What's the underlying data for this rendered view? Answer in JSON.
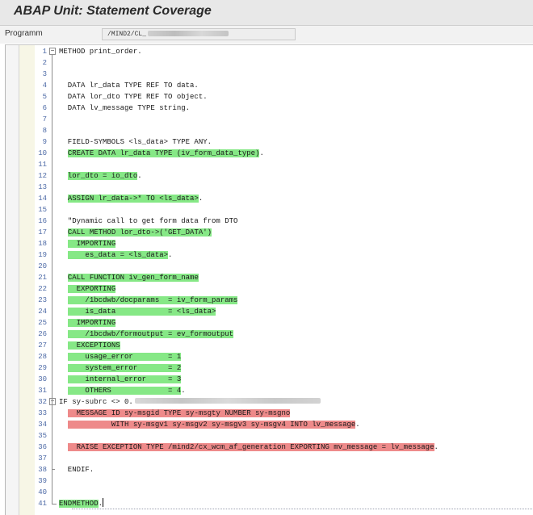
{
  "window": {
    "title": "ABAP Unit: Statement Coverage"
  },
  "program": {
    "label": "Programm",
    "value": "/MIND2/CL_"
  },
  "colors": {
    "covered": "#86e886",
    "not_covered": "#ee8a8a",
    "line_number": "#4d6aa6"
  },
  "lines": [
    {
      "n": "1",
      "segs": [
        {
          "t": "METHOD print_order.",
          "c": ""
        }
      ]
    },
    {
      "n": "2",
      "segs": []
    },
    {
      "n": "3",
      "segs": []
    },
    {
      "n": "4",
      "segs": [
        {
          "t": "  DATA lr_data TYPE REF TO data.",
          "c": ""
        }
      ]
    },
    {
      "n": "5",
      "segs": [
        {
          "t": "  DATA lor_dto TYPE REF TO object.",
          "c": ""
        }
      ]
    },
    {
      "n": "6",
      "segs": [
        {
          "t": "  DATA lv_message TYPE string.",
          "c": ""
        }
      ]
    },
    {
      "n": "7",
      "segs": []
    },
    {
      "n": "8",
      "segs": []
    },
    {
      "n": "9",
      "segs": [
        {
          "t": "  FIELD-SYMBOLS <ls_data> TYPE ANY.",
          "c": ""
        }
      ]
    },
    {
      "n": "10",
      "segs": [
        {
          "t": "  ",
          "c": ""
        },
        {
          "t": "CREATE DATA lr_data TYPE (iv_form_data_type)",
          "c": "g"
        },
        {
          "t": ".",
          "c": ""
        }
      ]
    },
    {
      "n": "11",
      "segs": []
    },
    {
      "n": "12",
      "segs": [
        {
          "t": "  ",
          "c": ""
        },
        {
          "t": "lor_dto = io_dto",
          "c": "g"
        },
        {
          "t": ".",
          "c": ""
        }
      ]
    },
    {
      "n": "13",
      "segs": []
    },
    {
      "n": "14",
      "segs": [
        {
          "t": "  ",
          "c": ""
        },
        {
          "t": "ASSIGN lr_data->* TO <ls_data>",
          "c": "g"
        },
        {
          "t": ".",
          "c": ""
        }
      ]
    },
    {
      "n": "15",
      "segs": []
    },
    {
      "n": "16",
      "segs": [
        {
          "t": "  \"Dynamic call to get form data from DTO",
          "c": ""
        }
      ]
    },
    {
      "n": "17",
      "segs": [
        {
          "t": "  ",
          "c": ""
        },
        {
          "t": "CALL METHOD lor_dto->('GET_DATA')",
          "c": "g"
        }
      ]
    },
    {
      "n": "18",
      "segs": [
        {
          "t": "  ",
          "c": ""
        },
        {
          "t": "  IMPORTING",
          "c": "g"
        }
      ]
    },
    {
      "n": "19",
      "segs": [
        {
          "t": "  ",
          "c": ""
        },
        {
          "t": "    es_data = <ls_data>",
          "c": "g"
        },
        {
          "t": ".",
          "c": ""
        }
      ]
    },
    {
      "n": "20",
      "segs": []
    },
    {
      "n": "21",
      "segs": [
        {
          "t": "  ",
          "c": ""
        },
        {
          "t": "CALL FUNCTION iv_gen_form_name",
          "c": "g"
        }
      ]
    },
    {
      "n": "22",
      "segs": [
        {
          "t": "  ",
          "c": ""
        },
        {
          "t": "  EXPORTING",
          "c": "g"
        }
      ]
    },
    {
      "n": "23",
      "segs": [
        {
          "t": "  ",
          "c": ""
        },
        {
          "t": "    /1bcdwb/docparams  = iv_form_params",
          "c": "g"
        }
      ]
    },
    {
      "n": "24",
      "segs": [
        {
          "t": "  ",
          "c": ""
        },
        {
          "t": "    is_data            = <ls_data>",
          "c": "g"
        }
      ]
    },
    {
      "n": "25",
      "segs": [
        {
          "t": "  ",
          "c": ""
        },
        {
          "t": "  IMPORTING",
          "c": "g"
        }
      ]
    },
    {
      "n": "26",
      "segs": [
        {
          "t": "  ",
          "c": ""
        },
        {
          "t": "    /1bcdwb/formoutput = ev_formoutput",
          "c": "g"
        }
      ]
    },
    {
      "n": "27",
      "segs": [
        {
          "t": "  ",
          "c": ""
        },
        {
          "t": "  EXCEPTIONS",
          "c": "g"
        }
      ]
    },
    {
      "n": "28",
      "segs": [
        {
          "t": "  ",
          "c": ""
        },
        {
          "t": "    usage_error        = 1",
          "c": "g"
        }
      ]
    },
    {
      "n": "29",
      "segs": [
        {
          "t": "  ",
          "c": ""
        },
        {
          "t": "    system_error       = 2",
          "c": "g"
        }
      ]
    },
    {
      "n": "30",
      "segs": [
        {
          "t": "  ",
          "c": ""
        },
        {
          "t": "    internal_error     = 3",
          "c": "g"
        }
      ]
    },
    {
      "n": "31",
      "segs": [
        {
          "t": "  ",
          "c": ""
        },
        {
          "t": "    OTHERS             = 4",
          "c": "g"
        },
        {
          "t": ".",
          "c": ""
        }
      ]
    },
    {
      "n": "32",
      "segs": [
        {
          "t": "IF sy-subrc <> 0",
          "c": ""
        },
        {
          "t": ".",
          "c": ""
        }
      ]
    },
    {
      "n": "33",
      "segs": [
        {
          "t": "  ",
          "c": ""
        },
        {
          "t": "  MESSAGE ID sy-msgid TYPE sy-msgty NUMBER sy-msgno",
          "c": "r"
        }
      ]
    },
    {
      "n": "34",
      "segs": [
        {
          "t": "  ",
          "c": ""
        },
        {
          "t": "          WITH sy-msgv1 sy-msgv2 sy-msgv3 sy-msgv4 INTO lv_message",
          "c": "r"
        },
        {
          "t": ".",
          "c": ""
        }
      ]
    },
    {
      "n": "35",
      "segs": []
    },
    {
      "n": "36",
      "segs": [
        {
          "t": "  ",
          "c": ""
        },
        {
          "t": "  RAISE EXCEPTION TYPE /mind2/cx_wcm_af_generation EXPORTING mv_message = lv_message",
          "c": "r"
        },
        {
          "t": ".",
          "c": ""
        }
      ]
    },
    {
      "n": "37",
      "segs": []
    },
    {
      "n": "38",
      "segs": [
        {
          "t": "  ENDIF.",
          "c": ""
        }
      ]
    },
    {
      "n": "39",
      "segs": []
    },
    {
      "n": "40",
      "segs": []
    },
    {
      "n": "41",
      "segs": [
        {
          "t": "ENDMETHOD",
          "c": "g"
        },
        {
          "t": ".",
          "c": ""
        }
      ]
    }
  ]
}
